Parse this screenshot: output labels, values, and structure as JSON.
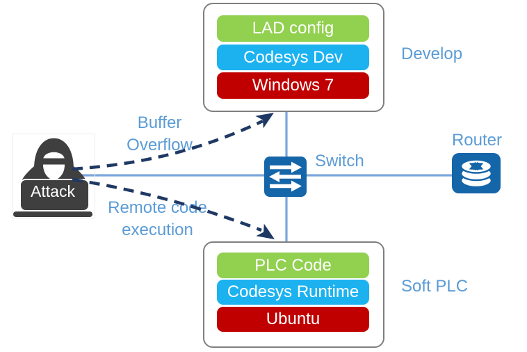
{
  "diagram": {
    "attack": {
      "label": "Attack"
    },
    "machines": {
      "develop": {
        "name": "Develop",
        "layers": [
          {
            "label": "LAD config",
            "color": "#92d050"
          },
          {
            "label": "Codesys Dev",
            "color": "#1cb2f0"
          },
          {
            "label": "Windows 7",
            "color": "#c00000"
          }
        ]
      },
      "softplc": {
        "name": "Soft PLC",
        "layers": [
          {
            "label": "PLC Code",
            "color": "#92d050"
          },
          {
            "label": "Codesys Runtime",
            "color": "#1cb2f0"
          },
          {
            "label": "Ubuntu",
            "color": "#c00000"
          }
        ]
      }
    },
    "network": {
      "switch": {
        "label": "Switch"
      },
      "router": {
        "label": "Router"
      }
    },
    "attack_paths": [
      {
        "name": "buffer-overflow",
        "lines": [
          "Buffer",
          "Overflow"
        ],
        "target": "Develop"
      },
      {
        "name": "remote-code-execution",
        "lines": [
          "Remote code",
          "execution"
        ],
        "target": "Soft PLC"
      }
    ],
    "colors": {
      "layer_green": "#92d050",
      "layer_cyan": "#1cb2f0",
      "layer_red": "#c00000",
      "label_blue": "#5b9bd5",
      "line_blue": "#7ca6dc",
      "arrow_navy": "#1f3864",
      "icon_blue": "#1565a9",
      "attack_dark": "#3f3f3f",
      "box_border_gray": "#7f7f7f"
    }
  }
}
